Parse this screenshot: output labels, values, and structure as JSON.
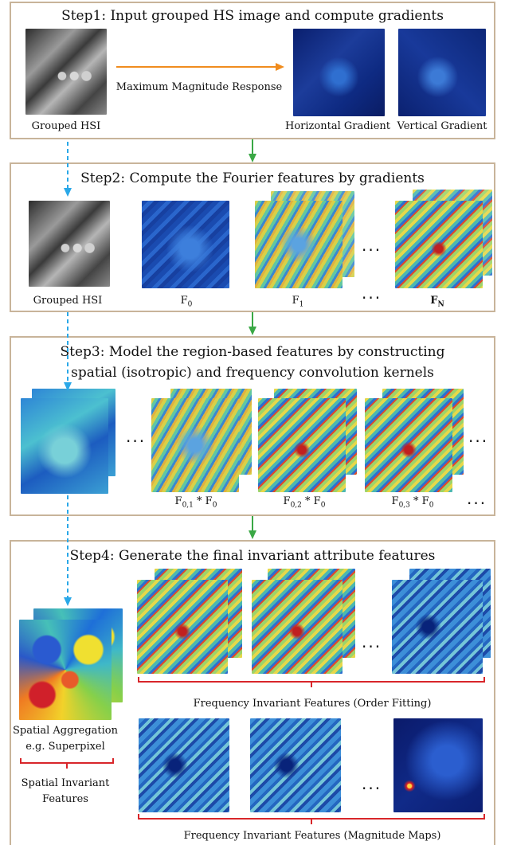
{
  "step1": {
    "title": "Step1: Input grouped HS image and compute gradients",
    "arrow_label": "Maximum Magnitude Response",
    "labels": [
      "Grouped HSI",
      "Horizontal Gradient",
      "Vertical Gradient"
    ]
  },
  "step2": {
    "title": "Step2: Compute the Fourier features by gradients",
    "labels": [
      "Grouped HSI",
      "F",
      "F",
      "···",
      "F"
    ],
    "subs": [
      "0",
      "1",
      "N"
    ]
  },
  "step3": {
    "title_line1": "Step3: Model the region-based features by constructing",
    "title_line2": "spatial (isotropic) and frequency convolution kernels",
    "labels": [
      {
        "base": "F",
        "sub": "0,1",
        "op": " * F",
        "sub2": "0"
      },
      {
        "base": "F",
        "sub": "0,2",
        "op": " * F",
        "sub2": "0"
      },
      {
        "base": "F",
        "sub": "0,3",
        "op": " * F",
        "sub2": "0"
      }
    ],
    "dots": "···"
  },
  "step4": {
    "title": "Step4: Generate the final invariant attribute features",
    "spatial_agg_line1": "Spatial Aggregation",
    "spatial_agg_line2": "e.g. Superpixel",
    "spatial_inv_line1": "Spatial Invariant",
    "spatial_inv_line2": "Features",
    "freq_order": "Frequency Invariant Features (Order Fitting)",
    "freq_mag": "Frequency Invariant Features (Magnitude Maps)",
    "dots": "···"
  },
  "colors": {
    "panel_border": "#c8b49a",
    "orange_arrow": "#f08c1e",
    "green_arrow": "#3aa845",
    "blue_dashed": "#2aa8e8",
    "red_bracket": "#d8262a"
  }
}
